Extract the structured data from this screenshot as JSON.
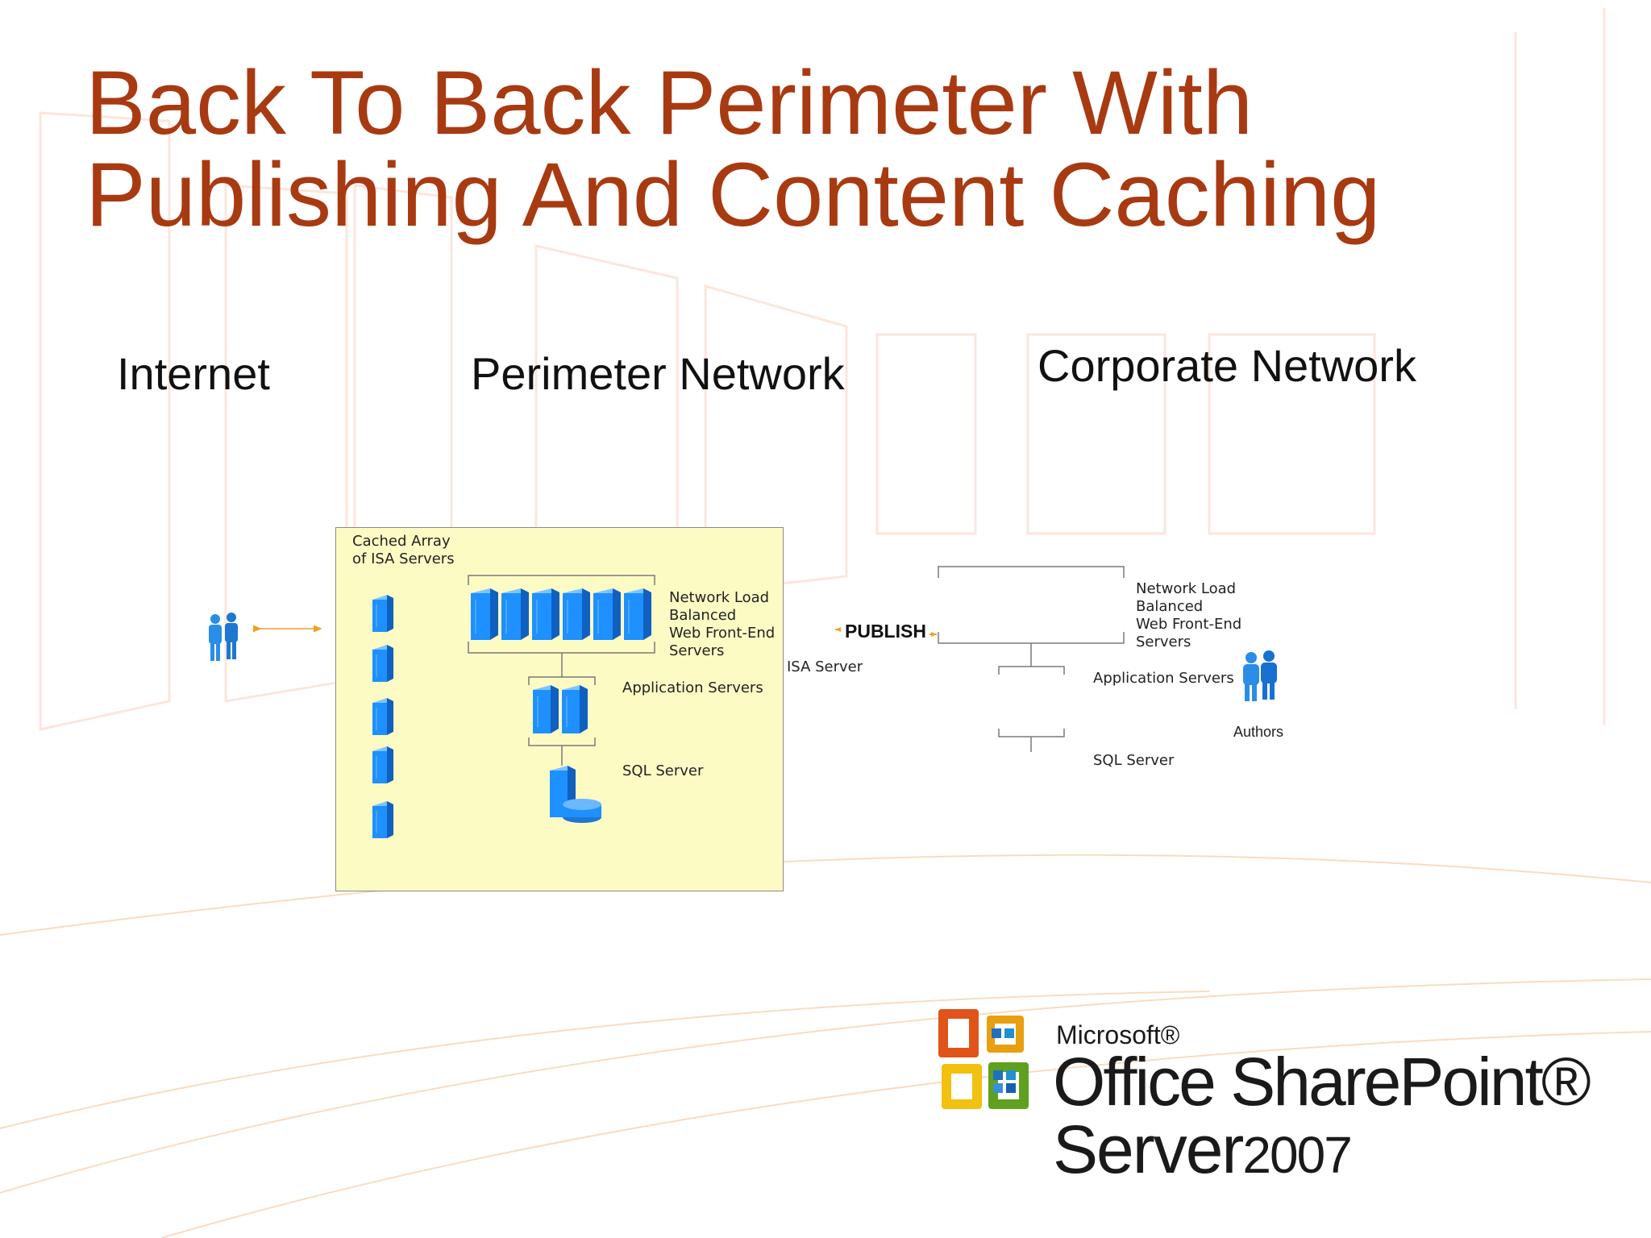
{
  "slide": {
    "title_line1": "Back To Back Perimeter With",
    "title_line2": "Publishing And Content Caching",
    "title_color": "#a83a12"
  },
  "zones": {
    "internet": "Internet",
    "perimeter": "Perimeter Network",
    "corporate": "Corporate Network"
  },
  "perimeter_box": {
    "fill_color": "#fdfbc4",
    "cached_array_line1": "Cached Array",
    "cached_array_line2": "of ISA Servers",
    "nlb_line1": "Network Load",
    "nlb_line2": "Balanced",
    "nlb_line3": "Web Front-End",
    "nlb_line4": "Servers",
    "app_servers": "Application Servers",
    "sql_server": "SQL Server"
  },
  "publish": {
    "label": "PUBLISH",
    "isa_server": "ISA Server",
    "arrow_color": "#f0a020"
  },
  "corporate": {
    "nlb_line1": "Network Load",
    "nlb_line2": "Balanced",
    "nlb_line3": "Web Front-End",
    "nlb_line4": "Servers",
    "app_servers": "Application Servers",
    "sql_server": "SQL Server",
    "authors": "Authors"
  },
  "icons": {
    "server_color": "#1e90ff",
    "user_color": "#2a8de8"
  },
  "logo": {
    "brand": "Microsoft®",
    "product_line1": "Office SharePoint®",
    "product_line2_main": "Server",
    "product_line2_year": "2007"
  }
}
